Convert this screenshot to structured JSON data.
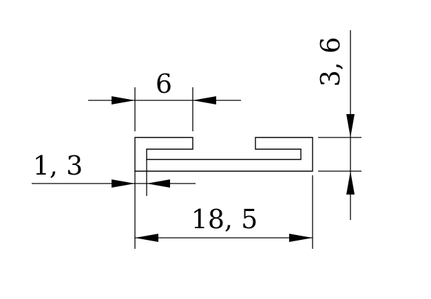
{
  "drawing": {
    "dimensions": {
      "slot_width": "6",
      "wall_thickness": "1, 3",
      "total_width": "18, 5",
      "total_height": "3, 6"
    },
    "line_color": "#000000",
    "background": "#ffffff"
  }
}
